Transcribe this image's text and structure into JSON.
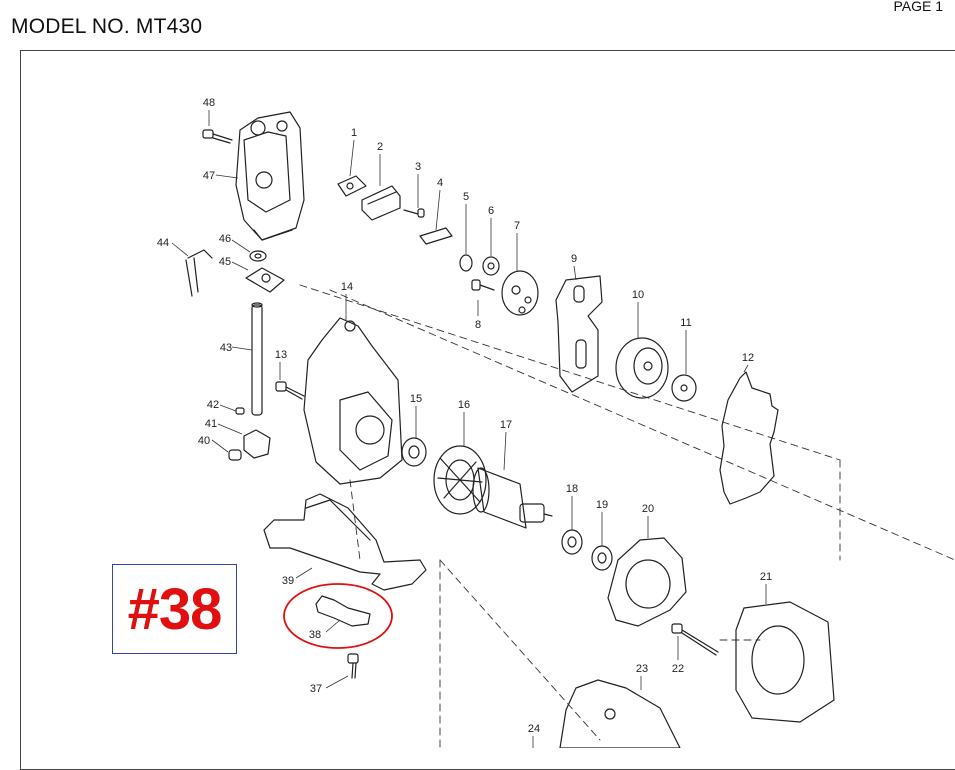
{
  "header": {
    "model": "MODEL NO. MT430",
    "page": "PAGE 1"
  },
  "callout": {
    "label": "#38",
    "text_color": "#e01010",
    "box_color": "#3344aa",
    "highlight_color": "#e01010"
  },
  "parts": [
    "1",
    "2",
    "3",
    "4",
    "5",
    "6",
    "7",
    "8",
    "9",
    "10",
    "11",
    "12",
    "13",
    "14",
    "15",
    "16",
    "17",
    "18",
    "19",
    "20",
    "21",
    "22",
    "23",
    "24",
    "37",
    "38",
    "39",
    "40",
    "41",
    "42",
    "43",
    "44",
    "45",
    "46",
    "47",
    "48"
  ]
}
